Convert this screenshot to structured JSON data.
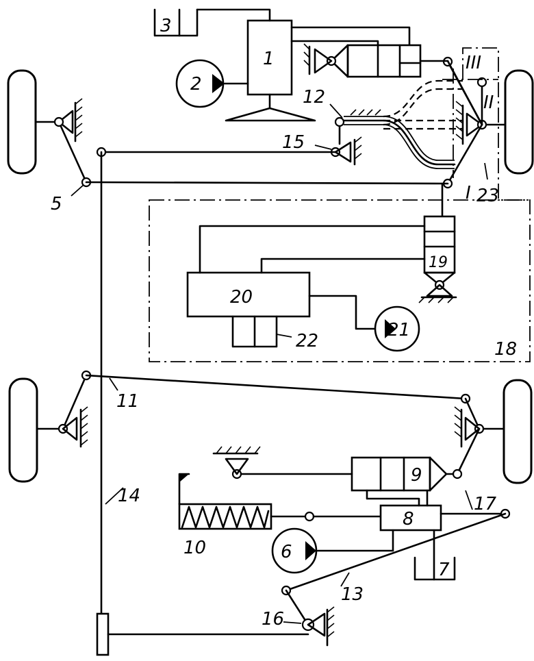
{
  "labels": {
    "n1": "1",
    "n2": "2",
    "n3": "3",
    "n5": "5",
    "n6": "6",
    "n7": "7",
    "n8": "8",
    "n9": "9",
    "n10": "10",
    "n11": "11",
    "n12": "12",
    "n13": "13",
    "n14": "14",
    "n15": "15",
    "n16": "16",
    "n17": "17",
    "n18": "18",
    "n19": "19",
    "n20": "20",
    "n21": "21",
    "n22": "22",
    "n23": "23",
    "r1": "I",
    "r2": "II",
    "r3": "III"
  }
}
